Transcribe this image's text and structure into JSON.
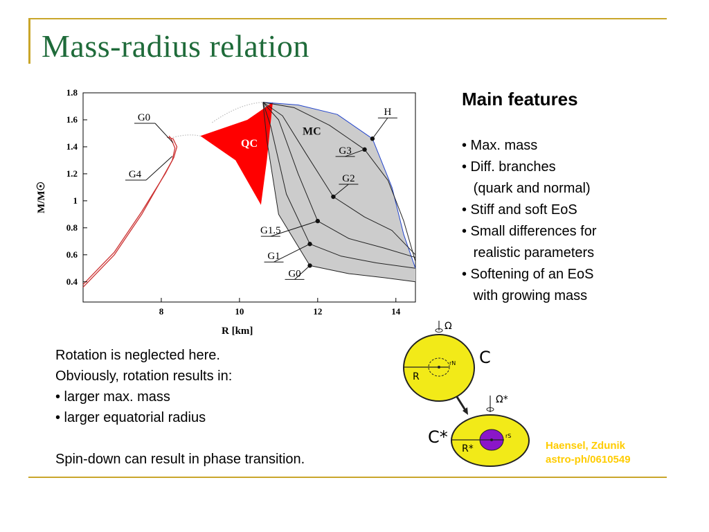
{
  "slide": {
    "title": "Mass-radius relation"
  },
  "features": {
    "heading": "Main features",
    "items": [
      "• Max. mass",
      "• Diff. branches",
      "   (quark and normal)",
      "• Stiff and soft EoS",
      "• Small differences for",
      "   realistic parameters",
      "• Softening of an EoS",
      "   with growing mass"
    ]
  },
  "rotation_notes": {
    "lines": [
      "Rotation is neglected here.",
      "Obviously, rotation results in:",
      "• larger max. mass",
      "• larger equatorial radius"
    ],
    "conclusion": "Spin-down can result in phase transition."
  },
  "diagram": {
    "omega": "Ω",
    "omega_star": "Ω*",
    "config_c": "C",
    "config_c_star": "C*",
    "radius": "R",
    "radius_star": "R*",
    "r_n": "rN",
    "r_s": "rS",
    "colors": {
      "star": "#f2ea18",
      "quark_core": "#8a16c8",
      "outline": "#222222"
    }
  },
  "reference": {
    "authors": "Haensel, Zdunik",
    "arxiv": "astro-ph/0610549"
  },
  "chart_data": {
    "type": "line",
    "xlabel": "R [km]",
    "ylabel": "M/M☉",
    "xlim": [
      6.0,
      14.5
    ],
    "ylim": [
      0.25,
      1.8
    ],
    "x_ticks": [
      8,
      10,
      12,
      14
    ],
    "y_ticks": [
      0.4,
      0.6,
      0.8,
      1,
      1.2,
      1.4,
      1.6,
      1.8
    ],
    "regions": [
      {
        "name": "QC",
        "color": "#ff0000"
      },
      {
        "name": "MC",
        "color": "#cccccc"
      }
    ],
    "series": [
      {
        "name": "H",
        "x": [
          10.6,
          11.5,
          12.5,
          13.4,
          13.9,
          14.2,
          14.5
        ],
        "y": [
          1.73,
          1.71,
          1.64,
          1.46,
          1.1,
          0.75,
          0.5
        ]
      },
      {
        "name": "G3",
        "x": [
          10.6,
          11.4,
          12.3,
          13.2,
          13.8,
          14.2,
          14.5
        ],
        "y": [
          1.73,
          1.69,
          1.56,
          1.38,
          1.15,
          0.85,
          0.55
        ]
      },
      {
        "name": "G2",
        "x": [
          10.6,
          11.1,
          11.7,
          12.4,
          13.2,
          13.9,
          14.5
        ],
        "y": [
          1.73,
          1.63,
          1.35,
          1.03,
          0.88,
          0.78,
          0.6
        ]
      },
      {
        "name": "G1.5",
        "x": [
          10.6,
          11.0,
          11.5,
          12.0,
          12.8,
          13.7,
          14.5
        ],
        "y": [
          1.73,
          1.6,
          1.2,
          0.85,
          0.72,
          0.65,
          0.58
        ]
      },
      {
        "name": "G1",
        "x": [
          10.6,
          10.8,
          11.2,
          11.8,
          12.6,
          13.5,
          14.5
        ],
        "y": [
          1.73,
          1.55,
          1.05,
          0.68,
          0.59,
          0.54,
          0.5
        ]
      },
      {
        "name": "G0",
        "x": [
          10.6,
          10.7,
          11.0,
          11.8,
          12.8,
          13.7,
          14.5
        ],
        "y": [
          1.73,
          1.45,
          0.9,
          0.52,
          0.46,
          0.43,
          0.4
        ]
      },
      {
        "name": "G0",
        "x": [
          6.0,
          6.8,
          7.5,
          8.05,
          8.28,
          8.35,
          8.25,
          8.2
        ],
        "y": [
          0.36,
          0.6,
          0.9,
          1.18,
          1.3,
          1.39,
          1.46,
          1.48
        ]
      },
      {
        "name": "G4",
        "x": [
          6.0,
          6.8,
          7.5,
          8.1,
          8.32,
          8.4,
          8.3,
          8.15
        ],
        "y": [
          0.38,
          0.62,
          0.92,
          1.2,
          1.32,
          1.4,
          1.46,
          1.47
        ]
      }
    ],
    "markers": [
      {
        "label": "H",
        "x": 13.4,
        "y": 1.46
      },
      {
        "label": "G3",
        "x": 13.2,
        "y": 1.38
      },
      {
        "label": "G2",
        "x": 12.4,
        "y": 1.03
      },
      {
        "label": "G1.5",
        "x": 12.0,
        "y": 0.85
      },
      {
        "label": "G1",
        "x": 11.8,
        "y": 0.68
      },
      {
        "label": "G0",
        "x": 11.8,
        "y": 0.52
      }
    ],
    "curve_labels": [
      {
        "text": "G0",
        "for": "G0"
      },
      {
        "text": "G4",
        "for": "G4"
      }
    ],
    "colors": {
      "axis_text": "#000000",
      "h_curve": "#2244cc",
      "g0_g4_curves": "#cc3333"
    }
  }
}
